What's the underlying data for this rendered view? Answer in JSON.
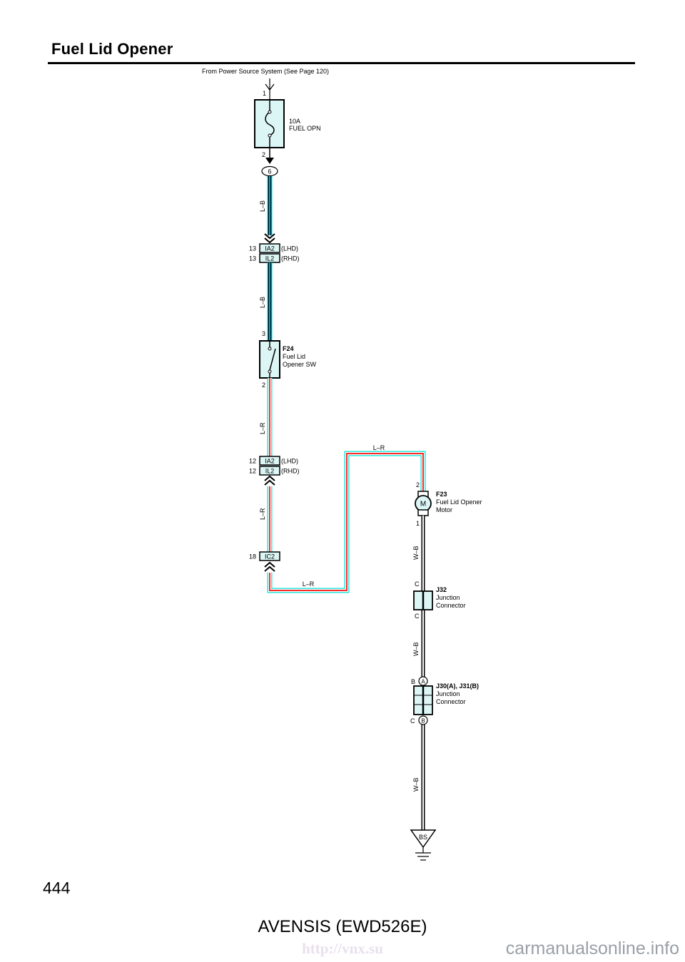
{
  "header": {
    "title": "Fuel Lid Opener"
  },
  "diagram": {
    "source": "From Power Source System (See Page 120)",
    "fuse": {
      "rating": "10A",
      "name": "FUEL OPN",
      "pin_top": "1",
      "pin_bottom": "2",
      "junction": "6"
    },
    "wires": {
      "lb_1": "L–B",
      "lb_2": "L–B",
      "lr_1": "L–R",
      "lr_2": "L–R",
      "lr_top": "L–R",
      "lr_bottom": "L–R",
      "wb_1": "W–B",
      "wb_2": "W–B",
      "wb_3": "W–B"
    },
    "connector_upper": {
      "pin_a": "13",
      "pin_b": "13",
      "name_a": "IA2",
      "name_b": "IL2",
      "variant_a": "(LHD)",
      "variant_b": "(RHD)"
    },
    "switch": {
      "code": "F24",
      "name_1": "Fuel Lid",
      "name_2": "Opener SW",
      "pin_top": "3",
      "pin_bottom": "2"
    },
    "connector_lower": {
      "pin_a": "12",
      "pin_b": "12",
      "name_a": "IA2",
      "name_b": "IL2",
      "variant_a": "(LHD)",
      "variant_b": "(RHD)"
    },
    "connector_ic2": {
      "pin": "18",
      "name": "IC2"
    },
    "motor": {
      "code": "F23",
      "name_1": "Fuel Lid Opener",
      "name_2": "Motor",
      "symbol": "M",
      "pin_top": "2",
      "pin_bottom": "1"
    },
    "j32": {
      "code": "J32",
      "name_1": "Junction",
      "name_2": "Connector",
      "pin_top": "C",
      "pin_bottom": "C"
    },
    "j30": {
      "code": "J30(A), J31(B)",
      "name_1": "Junction",
      "name_2": "Connector",
      "pin_top": "B",
      "pin_bottom": "C",
      "mark_top": "A",
      "mark_bottom": "B"
    },
    "ground": {
      "name": "BS"
    }
  },
  "footer": {
    "page_number": "444",
    "model": "AVENSIS (EWD526E)",
    "watermark": "http://vnx.su",
    "site": "carmanualsonline.info"
  }
}
